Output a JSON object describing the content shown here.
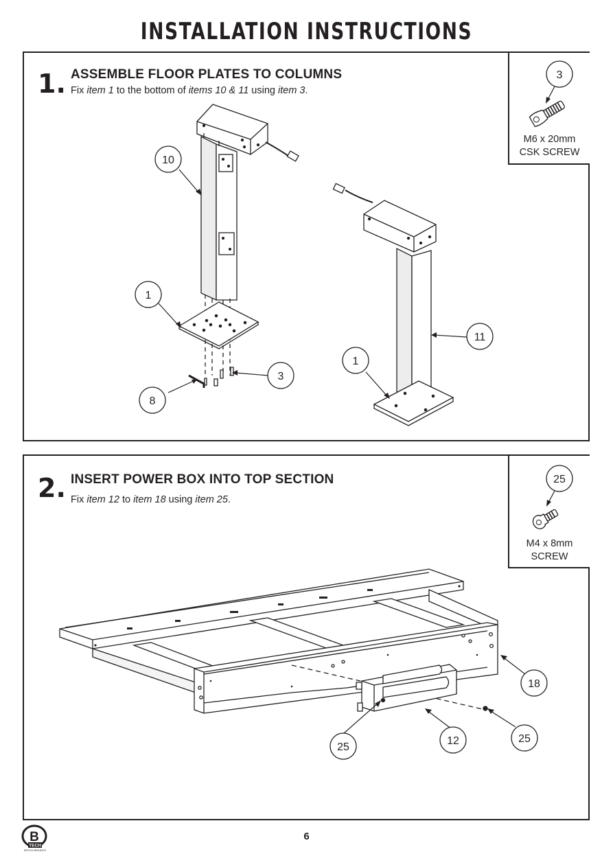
{
  "header": {
    "title": "INSTALLATION INSTRUCTIONS"
  },
  "steps": [
    {
      "number": "1.",
      "title": "ASSEMBLE FLOOR PLATES TO COLUMNS",
      "desc": {
        "p1": "Fix ",
        "i1": "item 1",
        "p2": " to the bottom of ",
        "i2": "items 10 & 11",
        "p3": " using ",
        "i3": "item 3",
        "p4": "."
      },
      "hardware": {
        "item": "3",
        "line1": "M6 x 20mm",
        "line2": "CSK SCREW"
      },
      "callouts": [
        "10",
        "1",
        "8",
        "3",
        "11",
        "1"
      ]
    },
    {
      "number": "2.",
      "title": "INSERT POWER BOX INTO TOP SECTION",
      "desc": {
        "p1": "Fix ",
        "i1": "item 12",
        "p2": " to ",
        "i2": "item 18",
        "p3": " using ",
        "i3": "item 25",
        "p4": "."
      },
      "hardware": {
        "item": "25",
        "line1": "M4 x 8mm",
        "line2": "SCREW"
      },
      "callouts": [
        "18",
        "25",
        "12",
        "25"
      ]
    }
  ],
  "footer": {
    "page_number": "6",
    "logo_text": "B",
    "logo_sub": "TECH",
    "logo_tagline": "BTECH MOUNTS"
  }
}
